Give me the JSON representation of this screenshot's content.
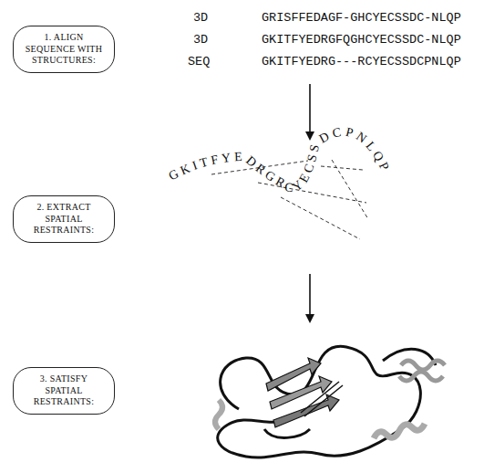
{
  "diagram": {
    "nodes": [
      {
        "text": [
          "1. ALIGN SEQUENCE WITH STRUCTURES:"
        ]
      },
      {
        "text": [
          "2. EXTRACT SPATIAL RESTRAINTS:"
        ]
      },
      {
        "text": [
          "3. SATISFY SPATIAL RESTRAINTS:"
        ]
      }
    ],
    "edges": [],
    "labels": [
      "3D",
      "GRISFFEDAGF-GHCYECSSDC-NLQP",
      "3D",
      "GKITFYEDRGFQGHCYECSSDC-NLQP",
      "SEQ",
      "GKITFYEDRG---RCYECSSDCPNLQP",
      "GKITFYEDRGRCYECSSDCPNLQP"
    ]
  }
}
